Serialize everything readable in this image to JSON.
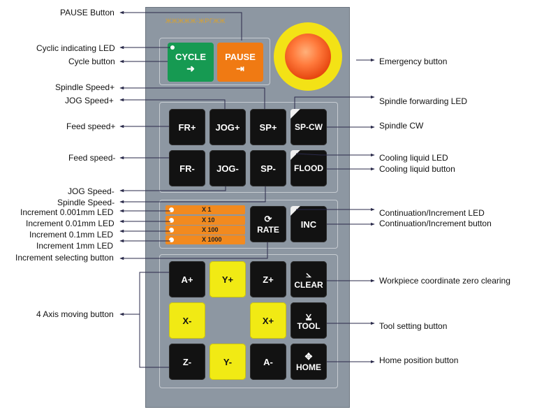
{
  "panel": {
    "brand": "ЖЖЖЖЖ-ЖРГЖЖ"
  },
  "keys": {
    "cycle": "CYCLE",
    "pause": "PAUSE",
    "fr_plus": "FR+",
    "jog_plus": "JOG+",
    "sp_plus": "SP+",
    "sp_cw": "SP-CW",
    "fr_minus": "FR-",
    "jog_minus": "JOG-",
    "sp_minus": "SP-",
    "flood": "FLOOD",
    "rate": "RATE",
    "inc": "INC",
    "a_plus": "A+",
    "y_plus": "Y+",
    "z_plus": "Z+",
    "clear": "CLEAR",
    "x_minus": "X-",
    "x_plus": "X+",
    "tool": "TOOL",
    "z_minus": "Z-",
    "y_minus": "Y-",
    "a_minus": "A-",
    "home": "HOME"
  },
  "increments": [
    "X 1",
    "X 10",
    "X 100",
    "X 1000"
  ],
  "labels_left": {
    "pause_button": "PAUSE Button",
    "cyclic_led": "Cyclic indicating LED",
    "cycle_button": "Cycle button",
    "spindle_speed_plus": "Spindle Speed+",
    "jog_speed_plus": "JOG Speed+",
    "feed_speed_plus": "Feed speed+",
    "feed_speed_minus": "Feed speed-",
    "jog_speed_minus": "JOG Speed-",
    "spindle_speed_minus": "Spindle Speed-",
    "inc_0001_led": "Increment 0.001mm LED",
    "inc_001_led": "Increment 0.01mm LED",
    "inc_01_led": "Increment 0.1mm LED",
    "inc_1_led": "Increment 1mm LED",
    "inc_select_button": "Increment selecting button",
    "axis_moving_button": "4 Axis moving button"
  },
  "labels_right": {
    "emergency_button": "Emergency button",
    "spindle_forward_led": "Spindle forwarding LED",
    "spindle_cw": "Spindle CW",
    "cooling_led": "Cooling liquid LED",
    "cooling_button": "Cooling liquid button",
    "cont_inc_led": "Continuation/Increment LED",
    "cont_inc_button": "Continuation/Increment button",
    "workpiece_zero": "Workpiece coordinate zero clearing",
    "tool_setting": "Tool setting button",
    "home_position": "Home position button"
  }
}
